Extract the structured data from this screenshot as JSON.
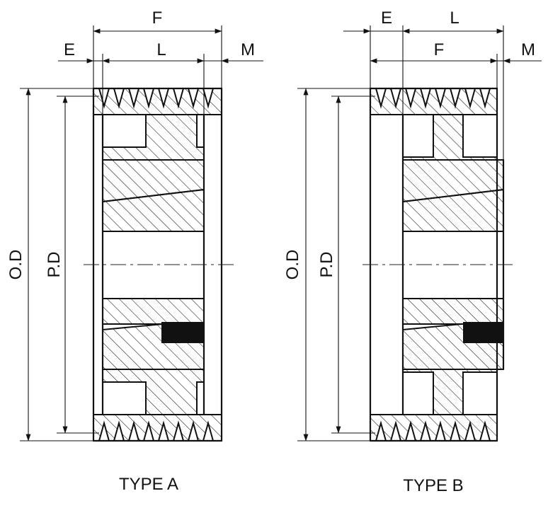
{
  "drawings": [
    {
      "id": "type-a",
      "caption": "TYPE A",
      "dimensions": {
        "top": "F",
        "upper_left": "E",
        "upper_mid": "L",
        "upper_right": "M",
        "od": "O.D",
        "pd": "P.D"
      }
    },
    {
      "id": "type-b",
      "caption": "TYPE B",
      "dimensions": {
        "top_left": "E",
        "top_right": "L",
        "upper_mid": "F",
        "upper_right": "M",
        "od": "O.D",
        "pd": "P.D"
      }
    }
  ],
  "colors": {
    "line": "#111111",
    "background": "#ffffff"
  }
}
